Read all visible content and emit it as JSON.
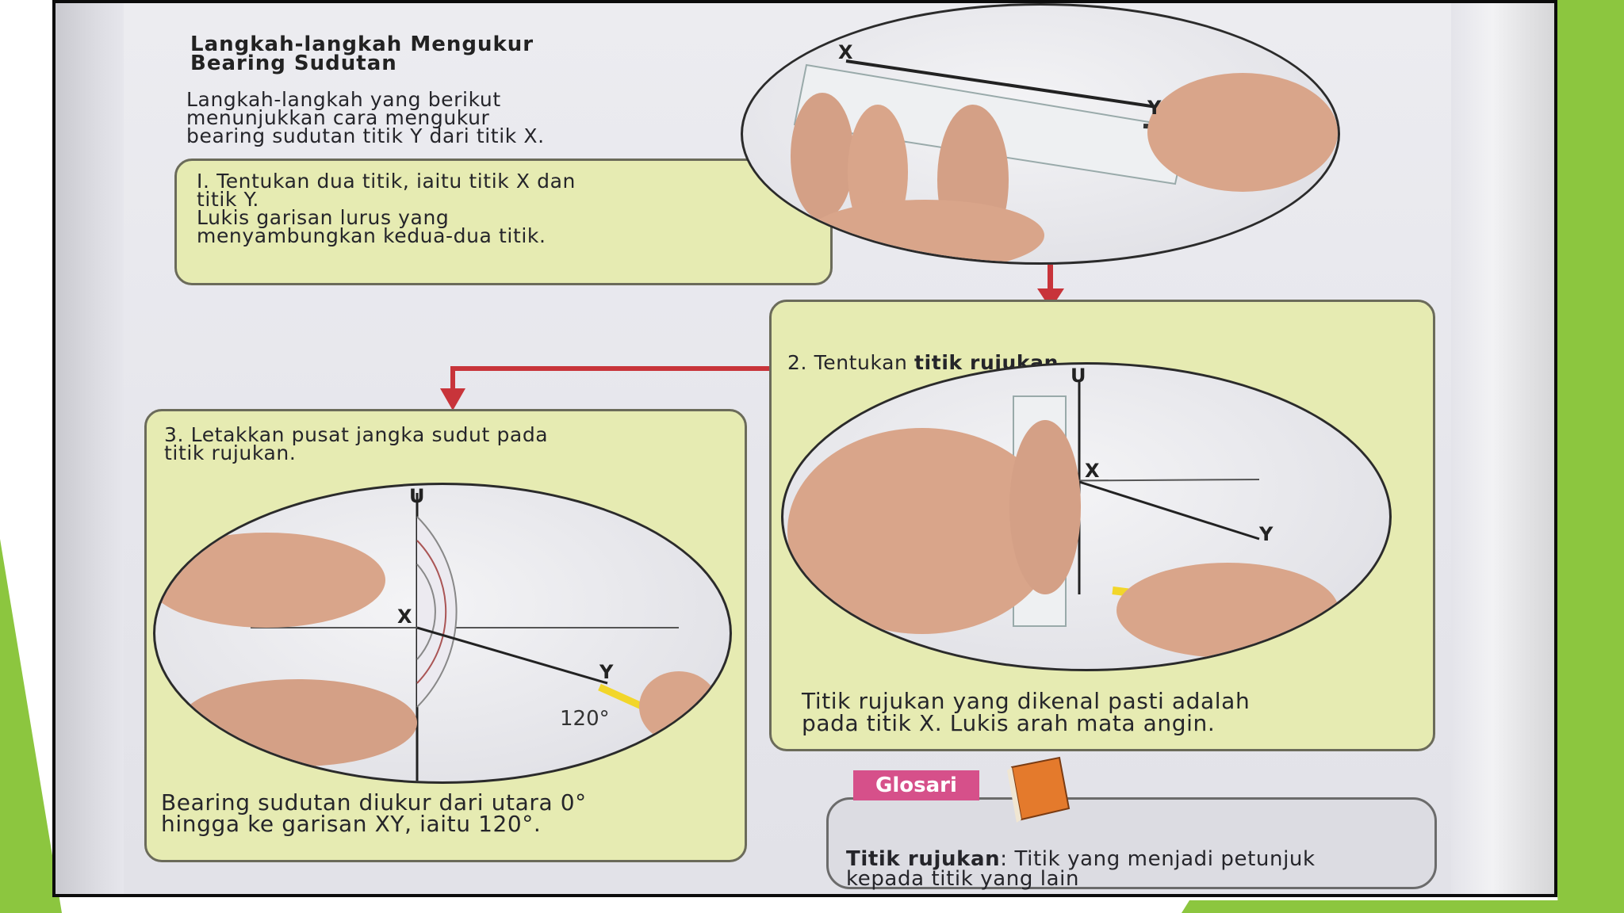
{
  "heading": {
    "line1": "Langkah-langkah Mengukur",
    "line2": "Bearing Sudutan"
  },
  "intro": "Langkah-langkah yang berikut\nmenunjukkan cara mengukur\nbearing sudutan titik Y dari titik X.",
  "step1": "I.  Tentukan dua titik, iaitu titik X dan\n     titik Y.\n     Lukis garisan lurus yang\n     menyambungkan kedua-dua titik.",
  "step2": {
    "prefix": "2. Tentukan ",
    "bold": "titik rujukan",
    "suffix": ".",
    "caption": "Titik rujukan yang dikenal pasti adalah\npada titik X. Lukis arah mata angin."
  },
  "step3": {
    "text": "3.  Letakkan pusat jangka sudut pada\n     titik rujukan.",
    "caption": "Bearing sudutan diukur dari utara 0°\nhingga ke garisan XY, iaitu 120°."
  },
  "labels": {
    "x": "X",
    "y": "Y",
    "u": "U",
    "angle": "120°"
  },
  "glosari": {
    "tag": "Glosari",
    "term": "Titik rujukan",
    "definition": ": Titik yang menjadi petunjuk\nkepada titik yang lain"
  },
  "colors": {
    "accent_green": "#8cc63f",
    "box_fill": "#e6ebb2",
    "arrow_red": "#c8343a",
    "glosari_pink": "#d6508a"
  }
}
